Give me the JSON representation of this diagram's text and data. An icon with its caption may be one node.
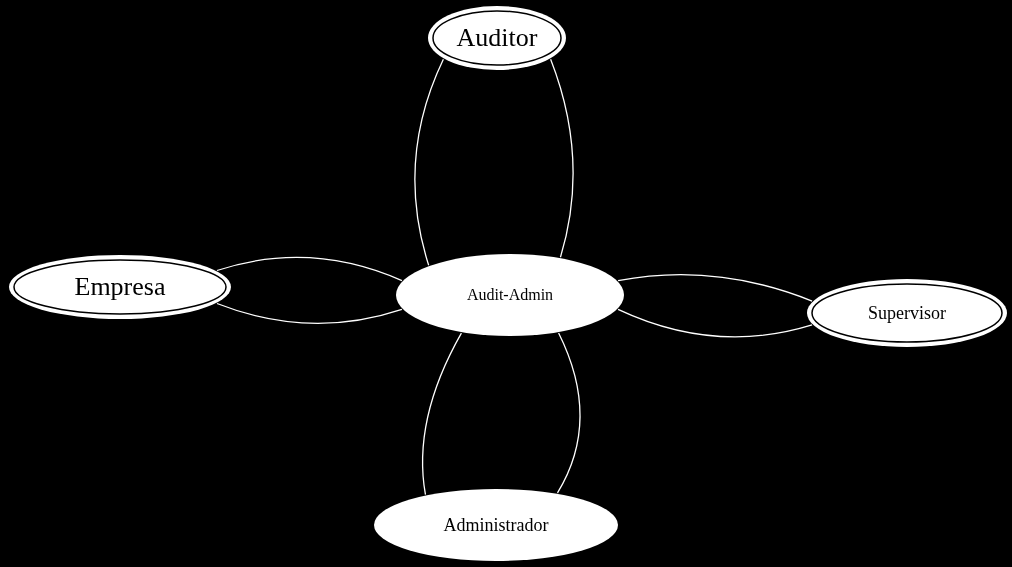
{
  "diagram": {
    "nodes": [
      {
        "text": [
          "Auditor"
        ]
      },
      {
        "text": [
          "Empresa"
        ]
      },
      {
        "text": [
          "Audit-Admin"
        ]
      },
      {
        "text": [
          "Supervisor"
        ]
      },
      {
        "text": [
          "Administrador"
        ]
      }
    ],
    "edges": [
      {
        "from": 0,
        "to": 2,
        "arrow": "none"
      },
      {
        "from": 0,
        "to": 2,
        "arrow": "none"
      },
      {
        "from": 1,
        "to": 2,
        "arrow": "none"
      },
      {
        "from": 1,
        "to": 2,
        "arrow": "none"
      },
      {
        "from": 2,
        "to": 3,
        "arrow": "none"
      },
      {
        "from": 2,
        "to": 3,
        "arrow": "none"
      },
      {
        "from": 2,
        "to": 4,
        "arrow": "none"
      },
      {
        "from": 2,
        "to": 4,
        "arrow": "none"
      }
    ]
  }
}
